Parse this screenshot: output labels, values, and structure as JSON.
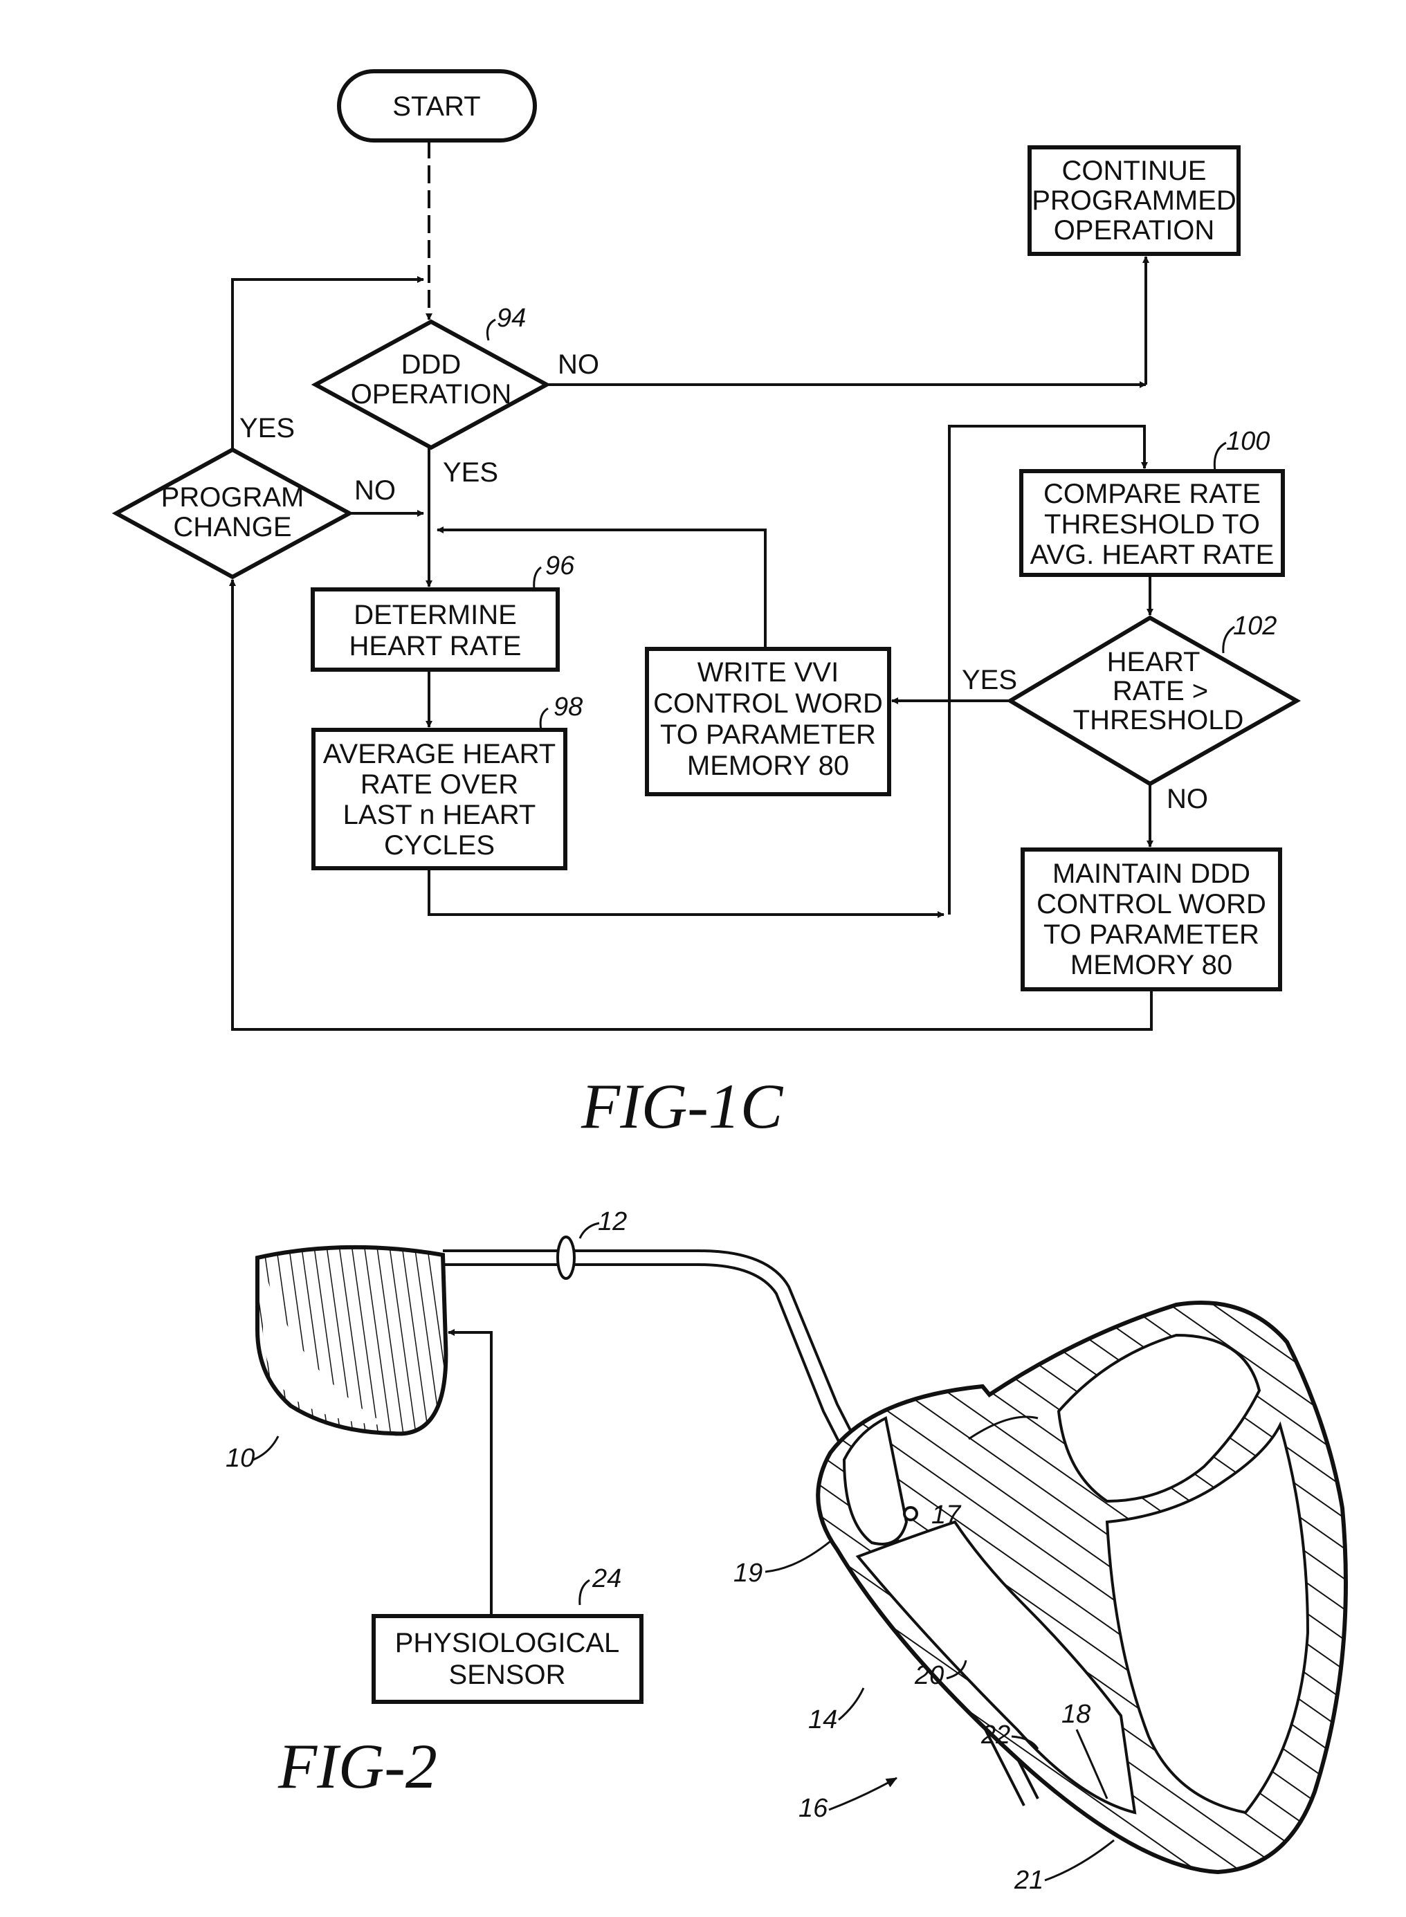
{
  "fig1c": {
    "caption": "FIG-1C",
    "start": "START",
    "continue_op": [
      "CONTINUE",
      "PROGRAMMED",
      "OPERATION"
    ],
    "ddd_op": [
      "DDD",
      "OPERATION"
    ],
    "ddd_ref": "94",
    "program_change": [
      "PROGRAM",
      "CHANGE"
    ],
    "determine_hr": [
      "DETERMINE",
      "HEART RATE"
    ],
    "determine_ref": "96",
    "average_hr": [
      "AVERAGE HEART",
      "RATE OVER",
      "LAST n HEART",
      "CYCLES"
    ],
    "average_ref": "98",
    "write_vvi": [
      "WRITE VVI",
      "CONTROL WORD",
      "TO PARAMETER",
      "MEMORY 80"
    ],
    "compare": [
      "COMPARE RATE",
      "THRESHOLD TO",
      "AVG. HEART RATE"
    ],
    "compare_ref": "100",
    "hr_threshold": [
      "HEART",
      "RATE >",
      "THRESHOLD"
    ],
    "hr_ref": "102",
    "maintain_ddd": [
      "MAINTAIN DDD",
      "CONTROL WORD",
      "TO PARAMETER",
      "MEMORY 80"
    ],
    "yes": "YES",
    "no": "NO"
  },
  "fig2": {
    "caption": "FIG-2",
    "sensor": [
      "PHYSIOLOGICAL",
      "SENSOR"
    ],
    "sensor_ref": "24",
    "refs": {
      "r10": "10",
      "r12": "12",
      "r14": "14",
      "r16": "16",
      "r17": "17",
      "r18": "18",
      "r19": "19",
      "r20": "20",
      "r21": "21",
      "r22": "22"
    }
  }
}
